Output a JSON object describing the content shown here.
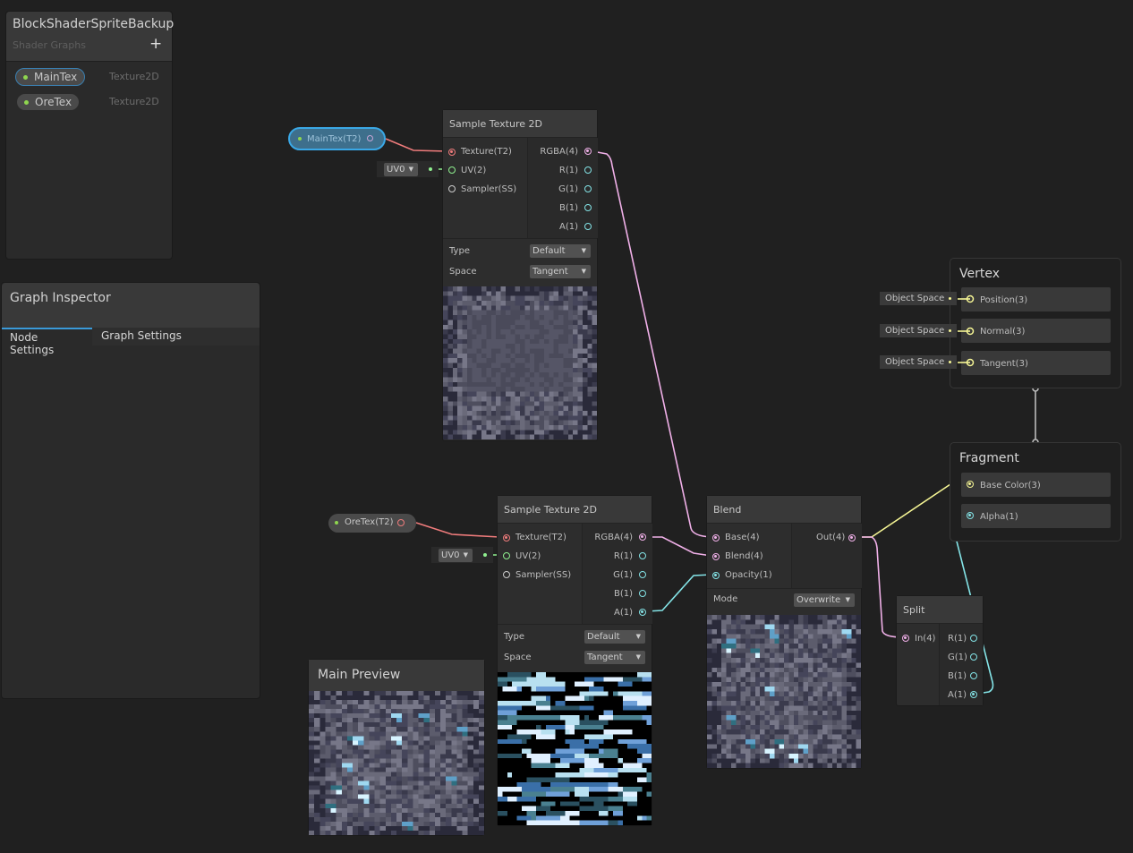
{
  "blackboard": {
    "title": "BlockShaderSpriteBackup",
    "subtitle": "Shader Graphs",
    "add_icon": "+",
    "properties": [
      {
        "name": "MainTex",
        "type": "Texture2D"
      },
      {
        "name": "OreTex",
        "type": "Texture2D"
      }
    ]
  },
  "inspector": {
    "title": "Graph Inspector",
    "tabs": [
      "Node Settings",
      "Graph Settings"
    ]
  },
  "property_nodes": {
    "maintex": "MainTex(T2)",
    "oretex": "OreTex(T2)"
  },
  "uv": {
    "value": "UV0"
  },
  "sample_texture": {
    "title": "Sample Texture 2D",
    "inputs": [
      "Texture(T2)",
      "UV(2)",
      "Sampler(SS)"
    ],
    "outputs": [
      "RGBA(4)",
      "R(1)",
      "G(1)",
      "B(1)",
      "A(1)"
    ],
    "type_label": "Type",
    "type_value": "Default",
    "space_label": "Space",
    "space_value": "Tangent"
  },
  "blend": {
    "title": "Blend",
    "inputs": [
      "Base(4)",
      "Blend(4)",
      "Opacity(1)"
    ],
    "output": "Out(4)",
    "mode_label": "Mode",
    "mode_value": "Overwrite"
  },
  "split": {
    "title": "Split",
    "input": "In(4)",
    "outputs": [
      "R(1)",
      "G(1)",
      "B(1)",
      "A(1)"
    ]
  },
  "vertex": {
    "title": "Vertex",
    "blocks": [
      "Position(3)",
      "Normal(3)",
      "Tangent(3)"
    ],
    "space": "Object Space"
  },
  "fragment": {
    "title": "Fragment",
    "blocks": [
      "Base Color(3)",
      "Alpha(1)"
    ]
  },
  "main_preview": {
    "title": "Main Preview"
  },
  "colors": {
    "texture": "#f07c7c",
    "vector4": "#f0b0e8",
    "vector2": "#8ff08f",
    "vector1": "#84e4e7",
    "vector3": "#f6f695",
    "accent": "#3a9ad9"
  }
}
